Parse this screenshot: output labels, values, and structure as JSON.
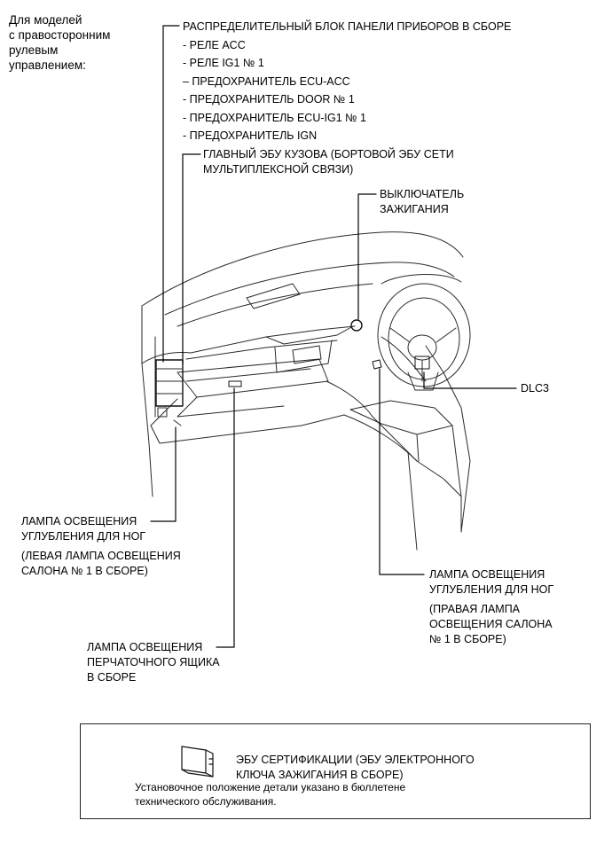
{
  "note": {
    "lines": [
      "Для моделей",
      "с правосторонним",
      "рулевым",
      "управлением:"
    ]
  },
  "callouts": {
    "instrument_panel_jb": {
      "title": "РАСПРЕДЕЛИТЕЛЬНЫЙ БЛОК ПАНЕЛИ ПРИБОРОВ В СБОРЕ",
      "items": [
        "- РЕЛЕ ACC",
        "- РЕЛЕ IG1 № 1",
        "– ПРЕДОХРАНИТЕЛЬ ECU-ACC",
        "- ПРЕДОХРАНИТЕЛЬ DOOR № 1",
        "- ПРЕДОХРАНИТЕЛЬ ECU-IG1 № 1",
        "- ПРЕДОХРАНИТЕЛЬ IGN"
      ]
    },
    "main_body_ecu": {
      "line1": "ГЛАВНЫЙ ЭБУ КУЗОВА (БОРТОВОЙ ЭБУ СЕТИ",
      "line2": "МУЛЬТИПЛЕКСНОЙ СВЯЗИ)"
    },
    "ignition_switch": {
      "line1": "ВЫКЛЮЧАТЕЛЬ",
      "line2": "ЗАЖИГАНИЯ"
    },
    "dlc3": "DLC3",
    "footwell_left": {
      "line1": "ЛАМПА ОСВЕЩЕНИЯ",
      "line2": "УГЛУБЛЕНИЯ ДЛЯ НОГ",
      "line3": "(ЛЕВАЯ ЛАМПА ОСВЕЩЕНИЯ",
      "line4": "САЛОНА № 1 В СБОРЕ)"
    },
    "footwell_right": {
      "line1": "ЛАМПА ОСВЕЩЕНИЯ",
      "line2": "УГЛУБЛЕНИЯ ДЛЯ НОГ",
      "line3": "(ПРАВАЯ ЛАМПА",
      "line4": "ОСВЕЩЕНИЯ САЛОНА",
      "line5": "№ 1 В СБОРЕ)"
    },
    "glove_box_lamp": {
      "line1": "ЛАМПА ОСВЕЩЕНИЯ",
      "line2": "ПЕРЧАТОЧНОГО ЯЩИКА",
      "line3": "В СБОРЕ"
    }
  },
  "legend_box": {
    "cert_ecu_line1": "ЭБУ СЕРТИФИКАЦИИ (ЭБУ ЭЛЕКТРОННОГО",
    "cert_ecu_line2": "КЛЮЧА ЗАЖИГАНИЯ В СБОРЕ)",
    "remark_line1": "Установочное положение детали указано в бюллетене",
    "remark_line2": "технического обслуживания."
  }
}
